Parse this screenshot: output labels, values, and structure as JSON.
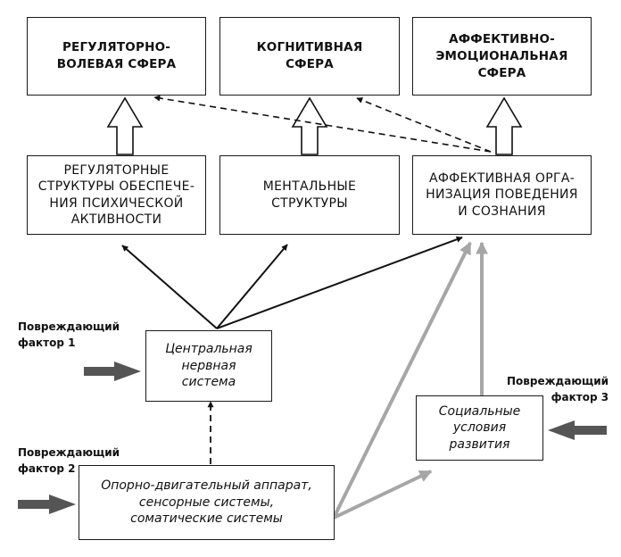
{
  "nodes": {
    "regulatory_volitional_sphere": {
      "lines": [
        "РЕГУЛЯТОРНО-",
        "ВОЛЕВАЯ СФЕРА"
      ]
    },
    "cognitive_sphere": {
      "lines": [
        "КОГНИТИВНАЯ",
        "СФЕРА"
      ]
    },
    "affective_emotional_sphere": {
      "lines": [
        "АФФЕКТИВНО-",
        "ЭМОЦИОНАЛЬНАЯ",
        "СФЕРА"
      ]
    },
    "regulatory_structures": {
      "lines": [
        "РЕГУЛЯТОРНЫЕ",
        "СТРУКТУРЫ ОБЕСПЕЧЕ-",
        "НИЯ ПСИХИЧЕСКОЙ",
        "АКТИВНОСТИ"
      ]
    },
    "mental_structures": {
      "lines": [
        "МЕНТАЛЬНЫЕ",
        "СТРУКТУРЫ"
      ]
    },
    "affective_organization": {
      "lines": [
        "АФФЕКТИВНАЯ ОРГА-",
        "НИЗАЦИЯ ПОВЕДЕНИЯ",
        "И СОЗНАНИЯ"
      ]
    },
    "central_nervous_system": {
      "lines": [
        "Центральная",
        "нервная",
        "система"
      ]
    },
    "social_conditions": {
      "lines": [
        "Социальные",
        "условия",
        "развития"
      ]
    },
    "musculoskeletal": {
      "lines": [
        "Опорно-двигательный аппарат,",
        "сенсорные системы,",
        "соматические системы"
      ]
    }
  },
  "factors": {
    "factor1": {
      "lines": [
        "Повреждающий",
        "фактор 1"
      ]
    },
    "factor2": {
      "lines": [
        "Повреждающий",
        "фактор 2"
      ]
    },
    "factor3": {
      "lines": [
        "Повреждающий",
        "фактор 3"
      ]
    }
  },
  "colors": {
    "line": "#111111",
    "gray_arrow": "#a6a6a6",
    "factor_arrow": "#555555"
  }
}
